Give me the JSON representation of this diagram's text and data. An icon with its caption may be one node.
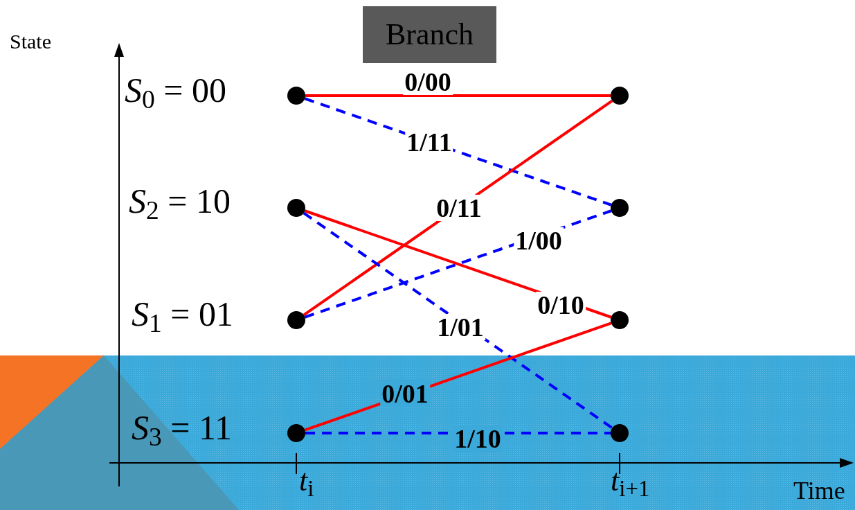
{
  "diagram": {
    "nodes": [
      {
        "text": [
          "Branch"
        ]
      },
      {
        "text": [],
        "shape": "circle"
      },
      {
        "text": [],
        "shape": "circle"
      },
      {
        "text": [],
        "shape": "circle"
      },
      {
        "text": [],
        "shape": "circle"
      },
      {
        "text": [],
        "shape": "circle"
      },
      {
        "text": [],
        "shape": "circle"
      },
      {
        "text": [],
        "shape": "circle"
      },
      {
        "text": [],
        "shape": "circle"
      }
    ],
    "edges": [
      {
        "from": 1,
        "to": 5,
        "arrow": "none",
        "label": "0/00",
        "color": "#ff0000"
      },
      {
        "from": 1,
        "to": 6,
        "arrow": "none",
        "label": "1/11",
        "style": "dashed",
        "color": "#0000ff"
      },
      {
        "from": 3,
        "to": 5,
        "arrow": "none",
        "label": "0/11",
        "color": "#ff0000"
      },
      {
        "from": 3,
        "to": 6,
        "arrow": "none",
        "label": "1/00",
        "style": "dashed",
        "color": "#0000ff"
      },
      {
        "from": 2,
        "to": 7,
        "arrow": "none",
        "label": "0/10",
        "color": "#ff0000"
      },
      {
        "from": 2,
        "to": 8,
        "arrow": "none",
        "label": "1/01",
        "style": "dashed",
        "color": "#0000ff"
      },
      {
        "from": 4,
        "to": 7,
        "arrow": "none",
        "label": "0/01",
        "color": "#ff0000"
      },
      {
        "from": 4,
        "to": 8,
        "arrow": "none",
        "label": "1/10",
        "style": "dashed",
        "color": "#0000ff"
      }
    ],
    "labels": [
      "State",
      "*S*$_{0}$ = 00",
      "*S*$_{2}$ = 10",
      "*S*$_{1}$ = 01",
      "*S*$_{3}$ = 11",
      "*t*$_{i}$",
      "*t*$_{i+1}$",
      "Time"
    ]
  }
}
